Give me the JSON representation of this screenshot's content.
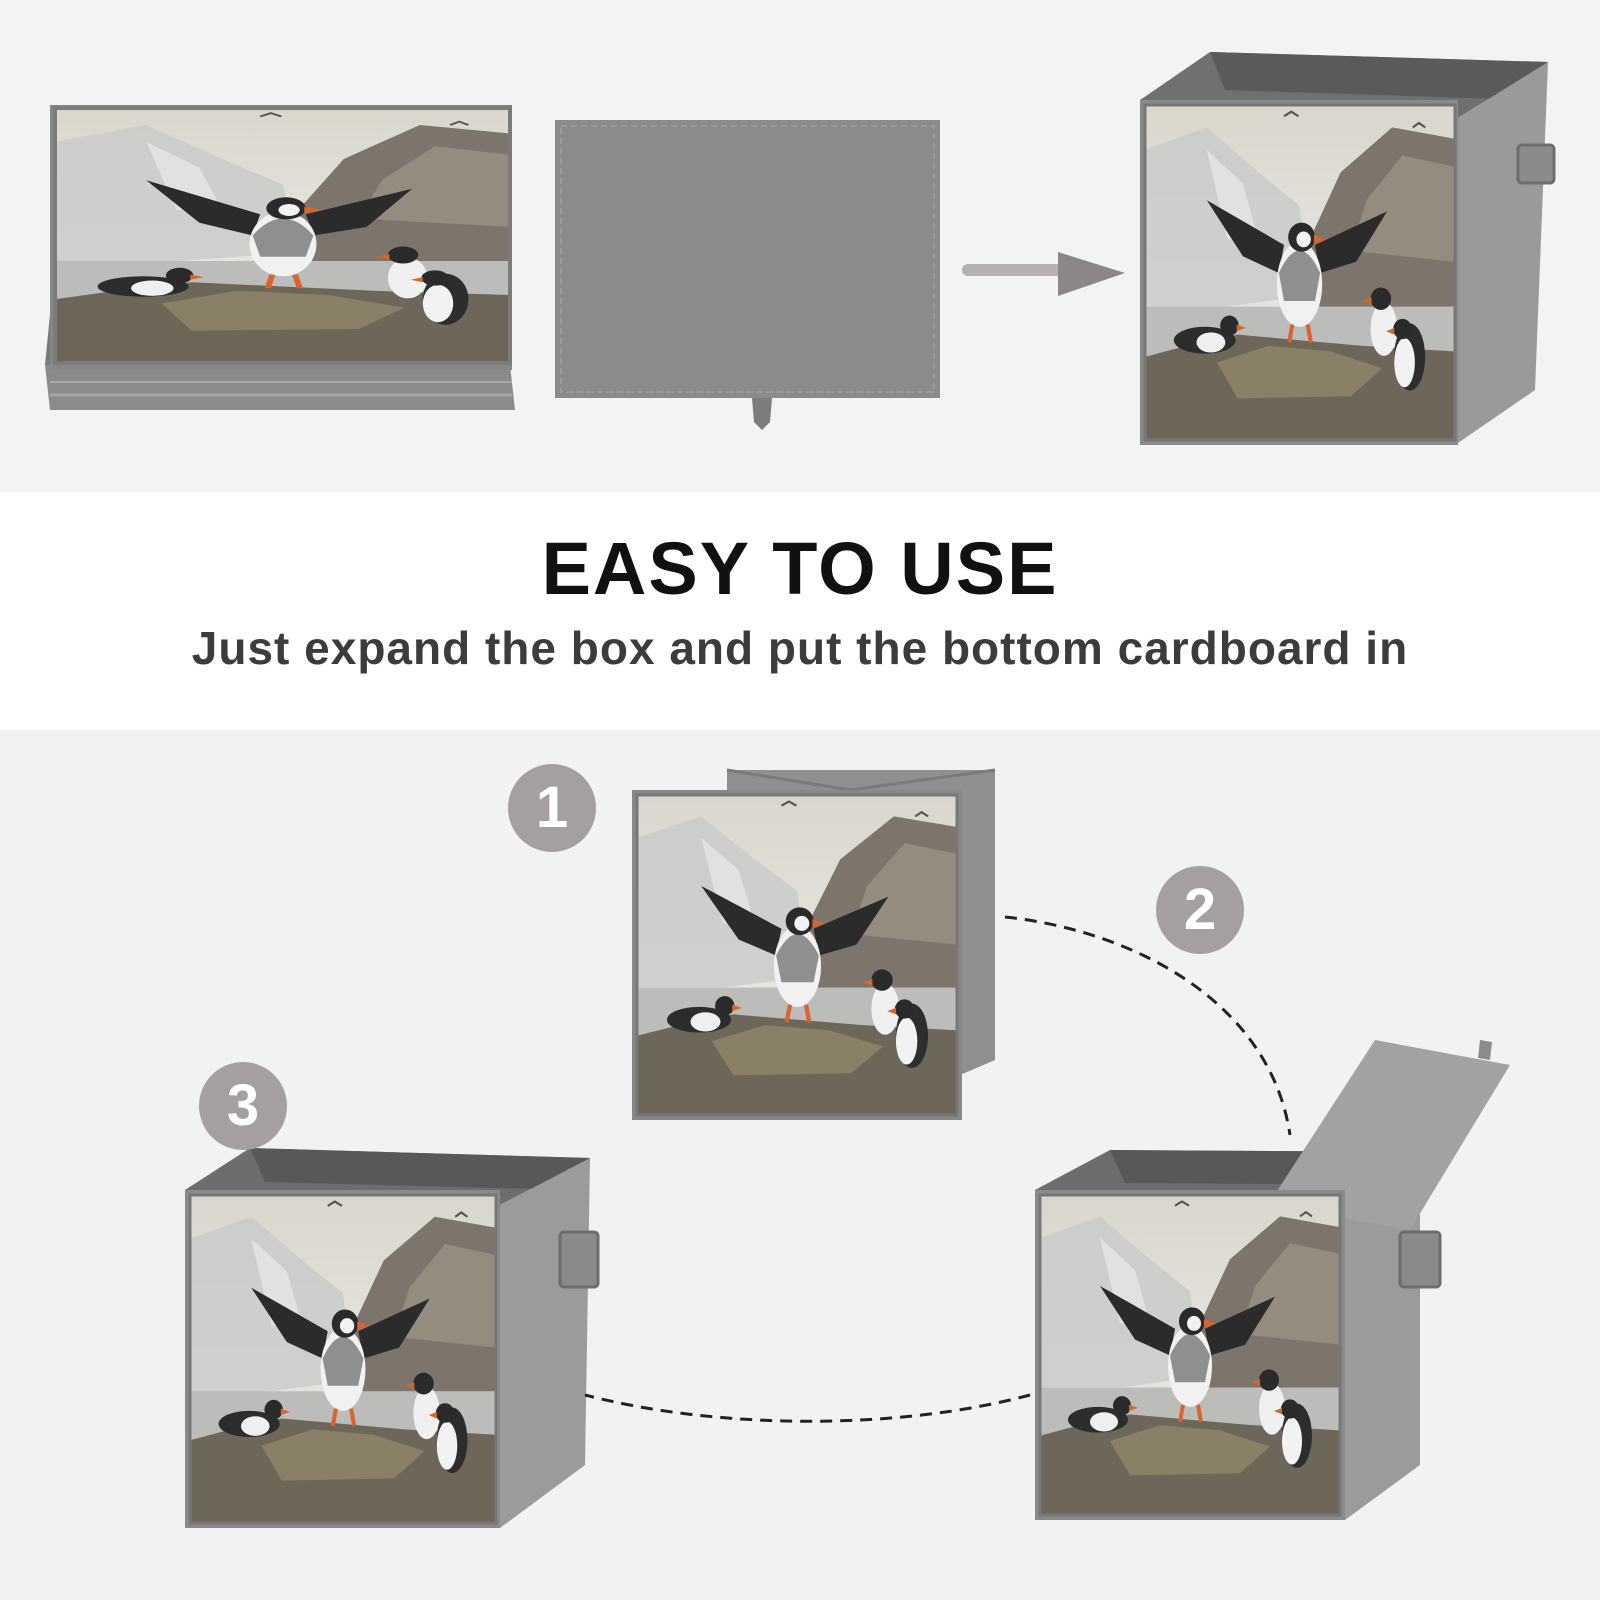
{
  "header": {
    "title": "EASY TO USE",
    "subtitle": "Just expand the box and put the bottom cardboard in"
  },
  "steps": [
    {
      "number": "1"
    },
    {
      "number": "2"
    },
    {
      "number": "3"
    }
  ],
  "colors": {
    "fabric": "#8a8a8a",
    "fabric_dark": "#6f6f6f",
    "badge": "#a59fa2",
    "title": "#111111",
    "subtitle": "#3c3c3c"
  },
  "icons": [
    "arrow-right-icon",
    "puffin-print",
    "dashed-path"
  ]
}
